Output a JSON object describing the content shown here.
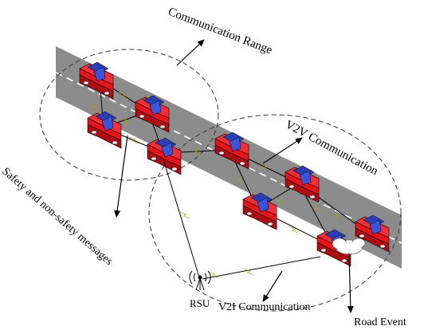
{
  "labels": {
    "communication_range": "Communication Range",
    "v2v": "V2V Communication",
    "safety": "Safety and non-safety messages",
    "rsu": "RSU",
    "v2i": "V2I Communication",
    "road_event": "Road Event"
  },
  "colors": {
    "road": "#8c8c8c",
    "lane_marking": "#ffffff",
    "car_body": "#e8141c",
    "car_roof": "#2a3fb5",
    "link_bolt": "#f2e600",
    "line": "#000000"
  },
  "icons": {
    "rsu": "antenna-tower-icon",
    "event": "cloud-event-icon",
    "vehicle": "car-icon"
  }
}
